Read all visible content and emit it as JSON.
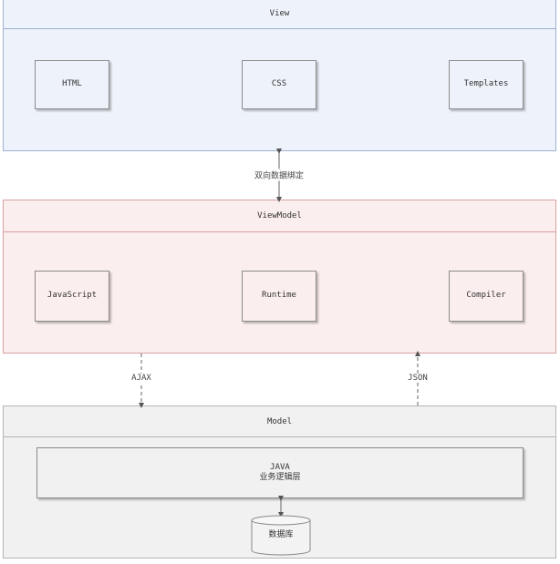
{
  "view": {
    "title": "View",
    "items": [
      "HTML",
      "CSS",
      "Templates"
    ]
  },
  "binding_label": "双向数据绑定",
  "viewmodel": {
    "title": "ViewModel",
    "items": [
      "JavaScript",
      "Runtime",
      "Compiler"
    ]
  },
  "ajax_label": "AJAX",
  "json_label": "JSON",
  "model": {
    "title": "Model",
    "logic_line1": "JAVA",
    "logic_line2": "业务逻辑层",
    "database": "数据库"
  },
  "colors": {
    "view_fill": "#eef2fa",
    "view_border": "#9fb1d2",
    "viewmodel_fill": "#fbeeee",
    "viewmodel_border": "#d9a0a0",
    "model_fill": "#f1f1f1",
    "model_border": "#b5b5b5"
  }
}
